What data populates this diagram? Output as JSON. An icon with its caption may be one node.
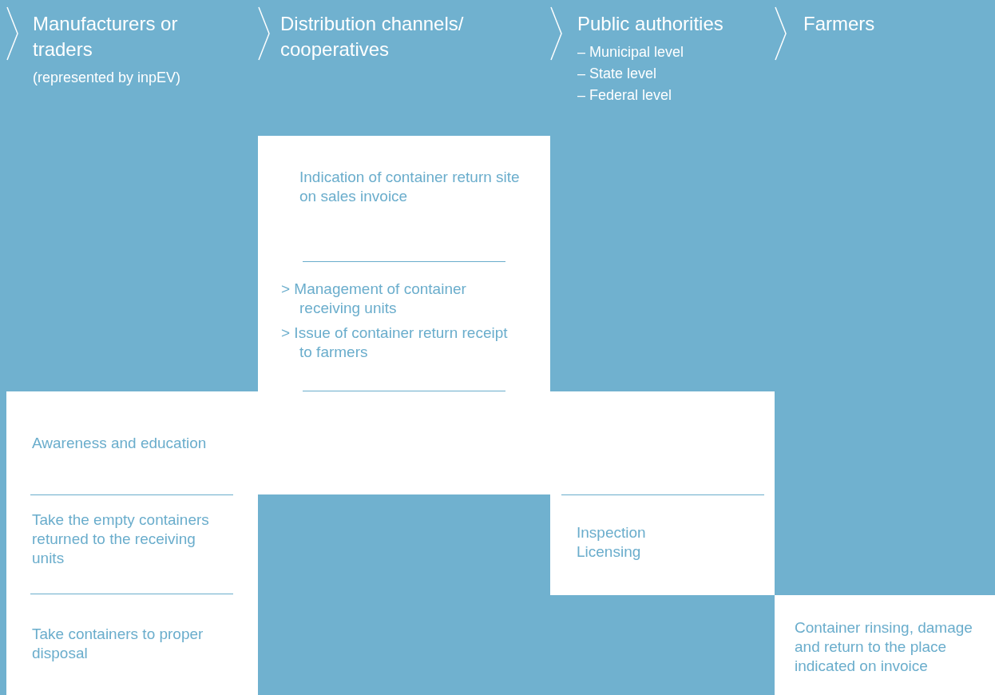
{
  "diagram": {
    "nodes": [
      {
        "text": [
          "Manufacturers or traders",
          "(represented by inpEV)"
        ]
      },
      {
        "text": [
          "Distribution channels/ cooperatives"
        ]
      },
      {
        "text": [
          "Public authorities",
          "– Municipal level",
          "– State level",
          "– Federal level"
        ]
      },
      {
        "text": [
          "Farmers"
        ]
      }
    ],
    "labels": [
      "Awareness and education",
      "Take the empty containers returned to the receiving units",
      "Take containers to proper disposal",
      "Indication of container return site on sales invoice",
      "> Management of container receiving units",
      "> Issue of container return receipt to farmers",
      "Inspection",
      "Licensing",
      "Container rinsing, damage and return to the place indicated on invoice"
    ]
  }
}
